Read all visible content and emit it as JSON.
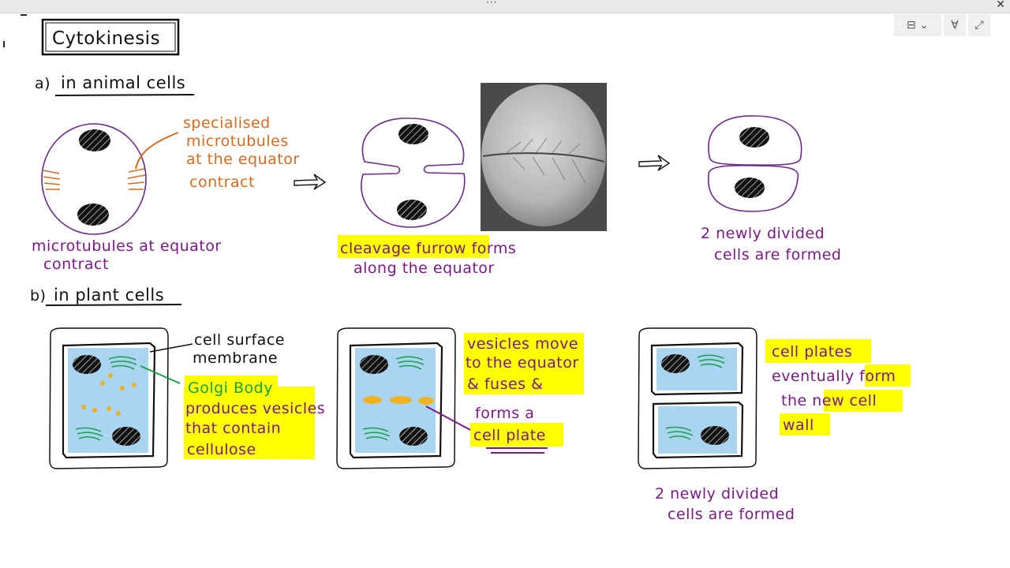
{
  "window": {
    "dots_glyph": "···",
    "close_glyph": "✕"
  },
  "toolbar": {
    "view_icon": "⊟ ⌄",
    "pen_icon": "∀",
    "expand_icon": "⤢"
  },
  "title": "Cytokinesis",
  "sections": {
    "animal": {
      "heading_letter": "a)",
      "heading": "in animal cells",
      "note_orange": [
        "specialised",
        "microtubules",
        "at the equator",
        "contract"
      ],
      "note_purple": [
        "microtubules at equator",
        "contract"
      ],
      "furrow": [
        "cleavage furrow forms",
        "along the equator"
      ],
      "result": [
        "2 newly divided",
        "cells are formed"
      ]
    },
    "plant": {
      "heading_letter": "b)",
      "heading": "in plant cells",
      "membrane": [
        "cell surface",
        "membrane"
      ],
      "golgi": "Golgi Body",
      "golgi_desc": [
        "produces vesicles",
        "that contain",
        "cellulose"
      ],
      "vesicles": [
        "vesicles move",
        "to the equator",
        "& fuses &",
        "forms a",
        "cell plate"
      ],
      "plates": [
        "cell plates",
        "eventually form",
        "the new cell",
        "wall"
      ],
      "result": [
        "2 newly divided",
        "cells are formed"
      ]
    }
  },
  "colors": {
    "purple": "#7b1a86",
    "orange": "#d86a1e",
    "green": "#1aa04a",
    "highlight": "#ffff00",
    "cell_blue": "#a9d4f2",
    "vesicle": "#f2b21e"
  }
}
